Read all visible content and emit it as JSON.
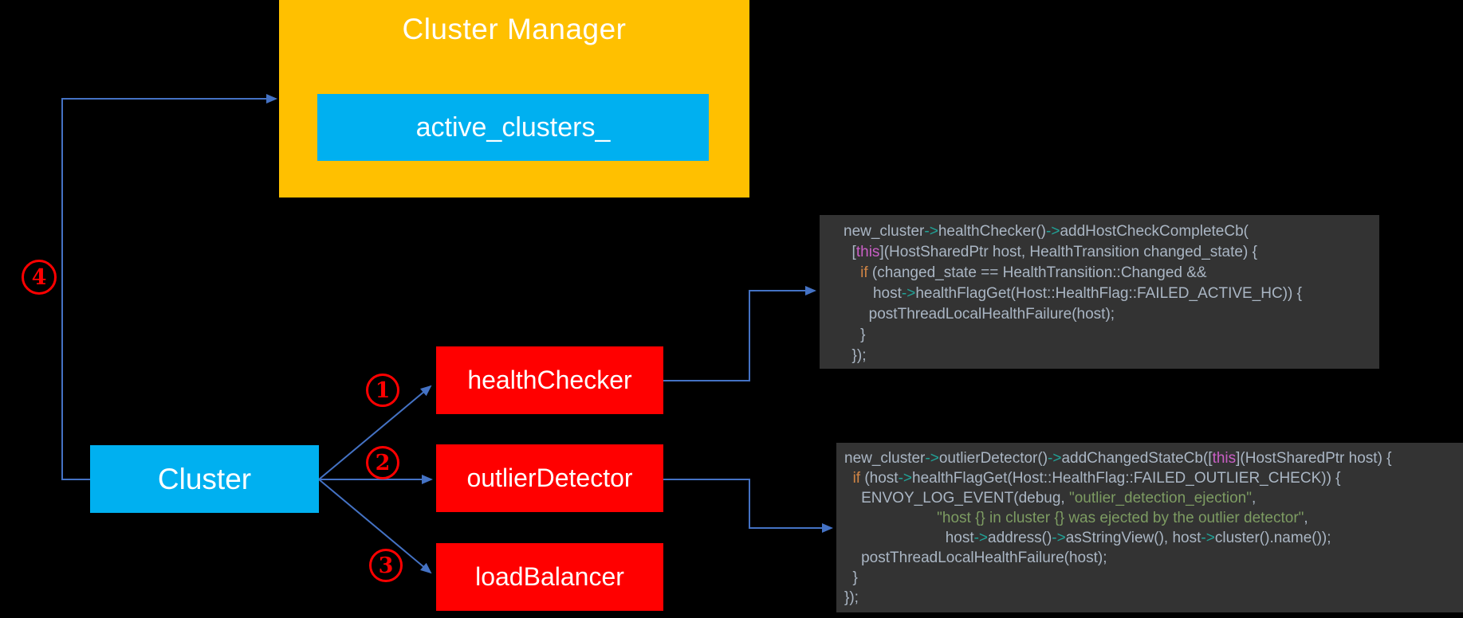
{
  "diagram": {
    "cluster_manager": {
      "label": "Cluster Manager",
      "field_label": "active_clusters_"
    },
    "cluster": {
      "label": "Cluster"
    },
    "components": [
      {
        "label": "healthChecker"
      },
      {
        "label": "outlierDetector"
      },
      {
        "label": "loadBalancer"
      }
    ],
    "steps": [
      {
        "number": "1"
      },
      {
        "number": "2"
      },
      {
        "number": "3"
      },
      {
        "number": "4"
      }
    ],
    "colors": {
      "manager_box": "#FFC000",
      "cluster_box": "#00B0F0",
      "component_box": "#FF0000",
      "arrow": "#4472C4",
      "step_marker": "#FF0000",
      "code_background": "#333333",
      "code_text": "#aab6c4",
      "code_keyword": "#d08445",
      "code_this": "#c95fc5",
      "code_operator": "#21a398",
      "code_string": "#7d9c62"
    }
  },
  "code_blocks": [
    {
      "name": "health-checker-callback",
      "lines": [
        [
          [
            "b",
            "new_cluster"
          ],
          [
            "t",
            "->"
          ],
          [
            "b",
            "healthChecker()"
          ],
          [
            "t",
            "->"
          ],
          [
            "b",
            "addHostCheckCompleteCb("
          ]
        ],
        [
          [
            "b",
            "  ["
          ],
          [
            "m",
            "this"
          ],
          [
            "b",
            "](HostSharedPtr host, HealthTransition changed_state) {"
          ]
        ],
        [
          [
            "b",
            "    "
          ],
          [
            "o",
            "if"
          ],
          [
            "b",
            " (changed_state == HealthTransition::Changed &&"
          ]
        ],
        [
          [
            "b",
            "       host"
          ],
          [
            "t",
            "->"
          ],
          [
            "b",
            "healthFlagGet(Host::HealthFlag::FAILED_ACTIVE_HC)) {"
          ]
        ],
        [
          [
            "b",
            "      postThreadLocalHealthFailure(host);"
          ]
        ],
        [
          [
            "b",
            "    }"
          ]
        ],
        [
          [
            "b",
            "  });"
          ]
        ]
      ]
    },
    {
      "name": "outlier-detector-callback",
      "lines": [
        [
          [
            "b",
            "new_cluster"
          ],
          [
            "t",
            "->"
          ],
          [
            "b",
            "outlierDetector()"
          ],
          [
            "t",
            "->"
          ],
          [
            "b",
            "addChangedStateCb(["
          ],
          [
            "m",
            "this"
          ],
          [
            "b",
            "](HostSharedPtr host) {"
          ]
        ],
        [
          [
            "b",
            "  "
          ],
          [
            "o",
            "if"
          ],
          [
            "b",
            " (host"
          ],
          [
            "t",
            "->"
          ],
          [
            "b",
            "healthFlagGet(Host::HealthFlag::FAILED_OUTLIER_CHECK)) {"
          ]
        ],
        [
          [
            "b",
            "    ENVOY_LOG_EVENT(debug, "
          ],
          [
            "g",
            "\"outlier_detection_ejection\""
          ],
          [
            "b",
            ","
          ]
        ],
        [
          [
            "b",
            "                      "
          ],
          [
            "g",
            "\"host {} in cluster {} was ejected by the outlier detector\""
          ],
          [
            "b",
            ","
          ]
        ],
        [
          [
            "b",
            "                        host"
          ],
          [
            "t",
            "->"
          ],
          [
            "b",
            "address()"
          ],
          [
            "t",
            "->"
          ],
          [
            "b",
            "asStringView(), host"
          ],
          [
            "t",
            "->"
          ],
          [
            "b",
            "cluster().name());"
          ]
        ],
        [
          [
            "b",
            "    postThreadLocalHealthFailure(host);"
          ]
        ],
        [
          [
            "b",
            "  }"
          ]
        ],
        [
          [
            "b",
            "});"
          ]
        ]
      ]
    }
  ]
}
